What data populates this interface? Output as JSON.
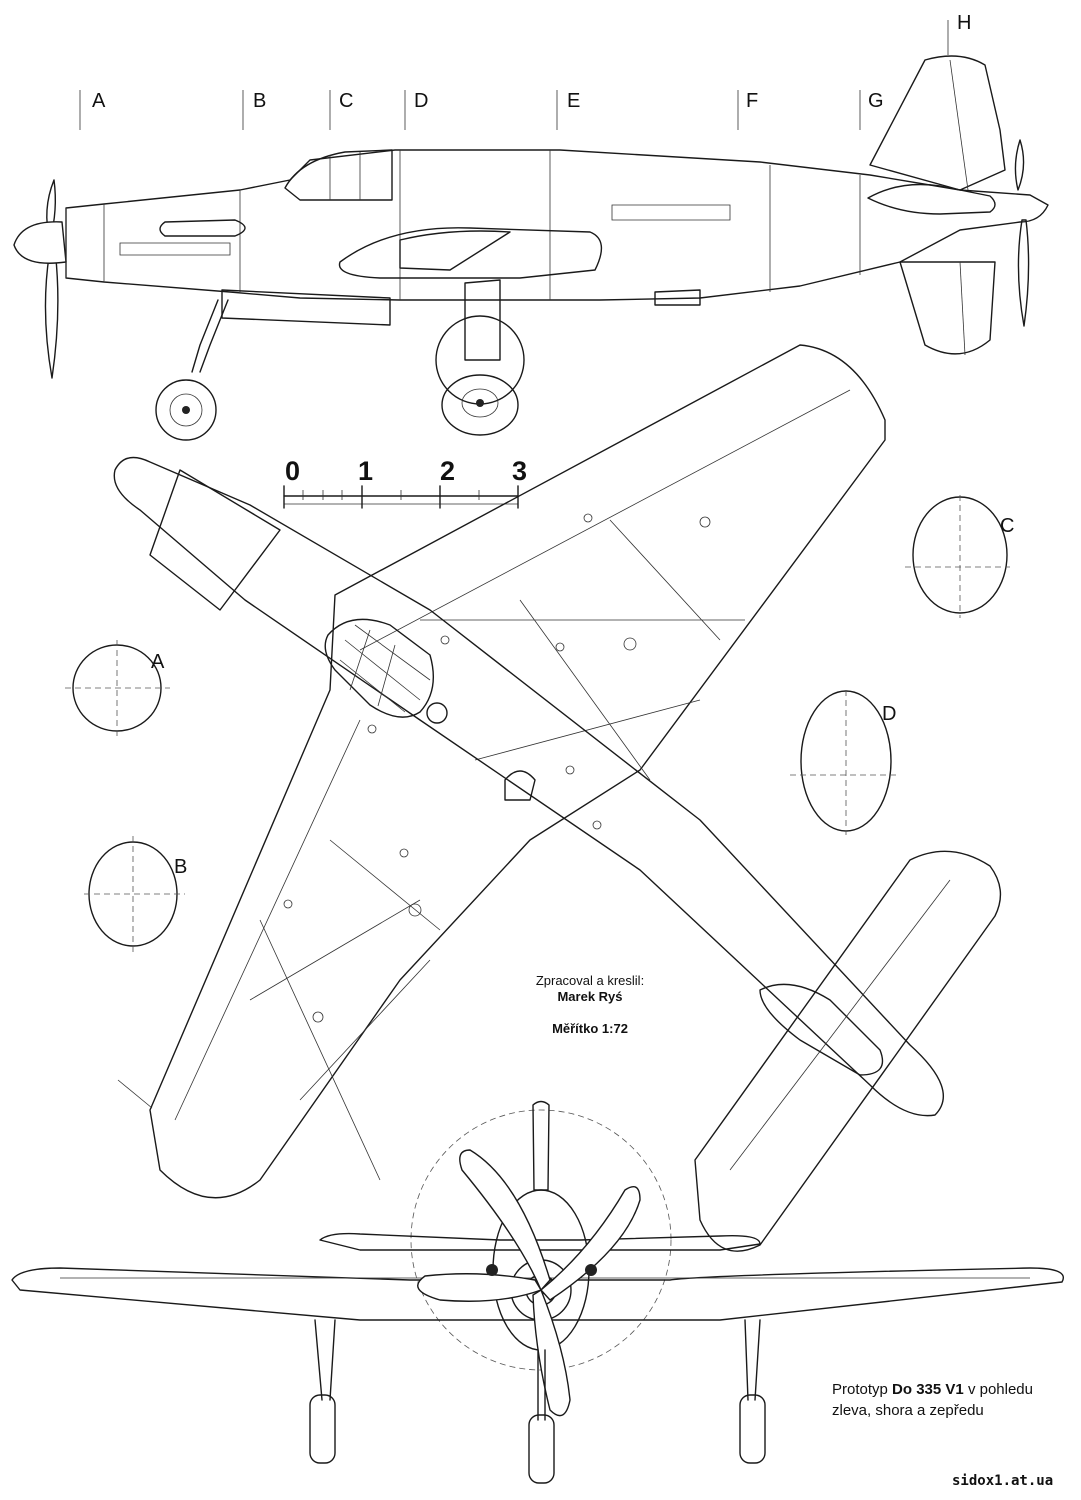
{
  "stations": [
    "A",
    "B",
    "C",
    "D",
    "E",
    "F",
    "G",
    "H"
  ],
  "scale_bar": [
    "0",
    "1",
    "2",
    "3"
  ],
  "section_labels": [
    "A",
    "B",
    "C",
    "D"
  ],
  "credits": {
    "line1": "Zpracoval a kreslil:",
    "author": "Marek Ryś",
    "scale": "Měřítko 1:72"
  },
  "caption": {
    "prefix": "Prototyp",
    "model": "Do 335 V1",
    "rest_line1": "v pohledu",
    "line2": "zleva, shora a zepředu"
  },
  "watermark": "sidox1.at.ua"
}
